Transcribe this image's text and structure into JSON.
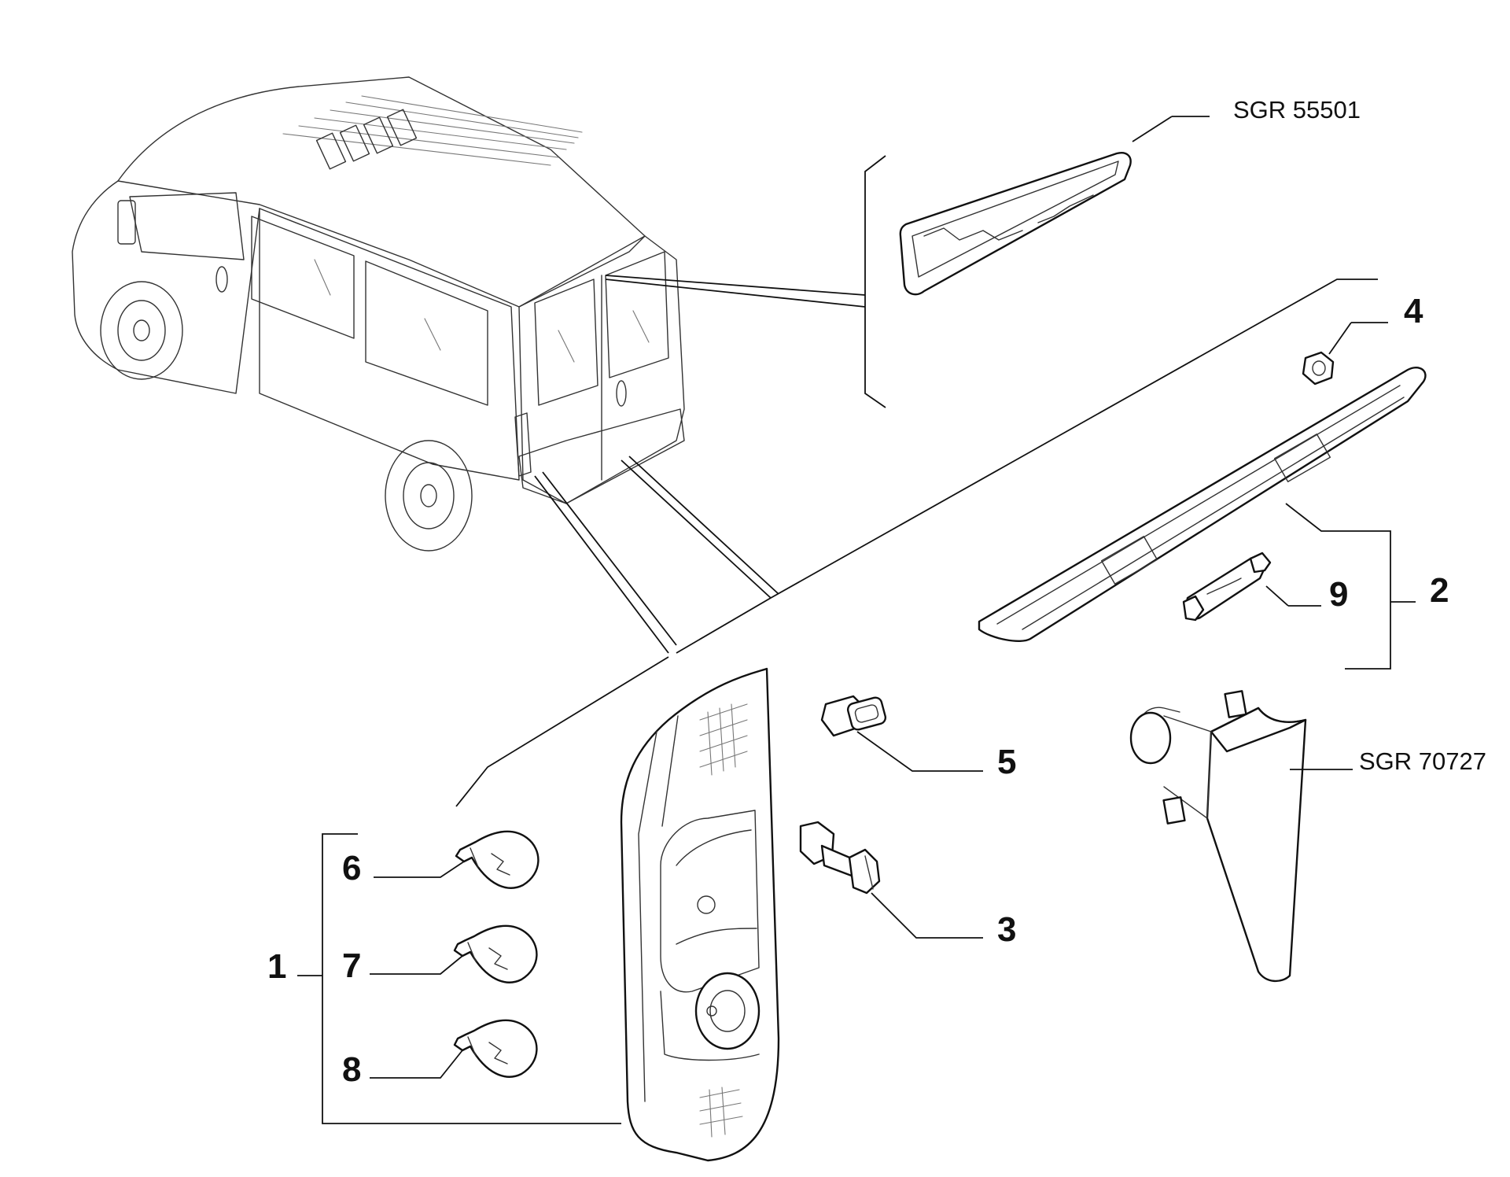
{
  "references": {
    "third_brake_light": "SGR 55501",
    "side_marker_light": "SGR 70727"
  },
  "parts": [
    {
      "id": "1",
      "label": "1"
    },
    {
      "id": "2",
      "label": "2"
    },
    {
      "id": "3",
      "label": "3"
    },
    {
      "id": "4",
      "label": "4"
    },
    {
      "id": "5",
      "label": "5"
    },
    {
      "id": "6",
      "label": "6"
    },
    {
      "id": "7",
      "label": "7"
    },
    {
      "id": "8",
      "label": "8"
    },
    {
      "id": "9",
      "label": "9"
    }
  ]
}
